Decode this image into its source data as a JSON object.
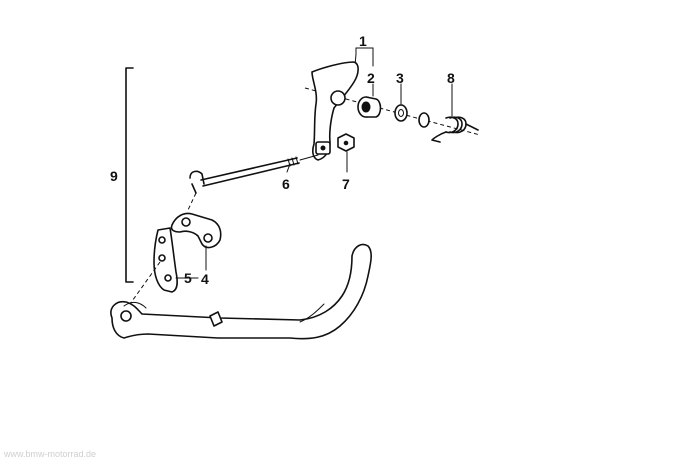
{
  "callouts": {
    "c1": "1",
    "c2": "2",
    "c3": "3",
    "c4": "4",
    "c5": "5",
    "c6": "6",
    "c7": "7",
    "c8": "8",
    "c9": "9"
  },
  "watermark": "www.bmw-motorrad.de"
}
